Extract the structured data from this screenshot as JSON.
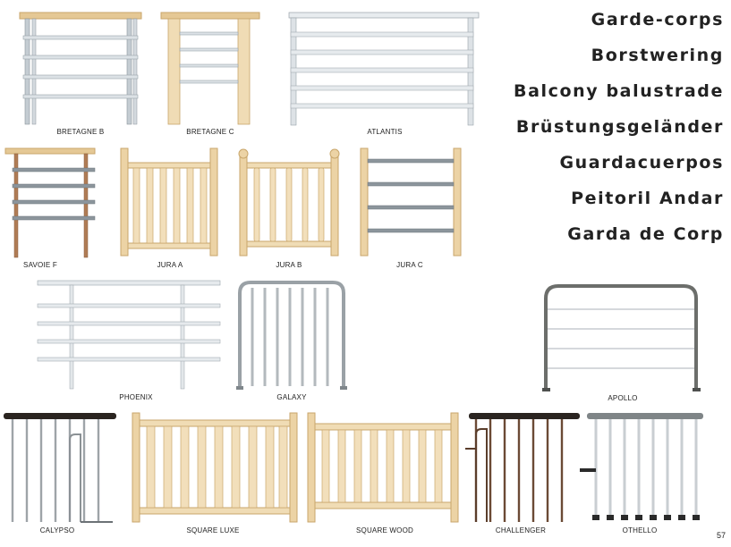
{
  "titles": [
    "Garde-corps",
    "Borstwering",
    "Balcony balustrade",
    "Brüstungsgeländer",
    "Guardacuerpos",
    "Peitoril Andar",
    "Garda de Corp"
  ],
  "products": {
    "bretagne_b": "BRETAGNE B",
    "bretagne_c": "BRETAGNE C",
    "atlantis": "ATLANTIS",
    "savoie_f": "SAVOIE F",
    "jura_a": "JURA A",
    "jura_b": "JURA B",
    "jura_c": "JURA C",
    "phoenix": "PHOENIX",
    "galaxy": "GALAXY",
    "apollo": "APOLLO",
    "calypso": "CALYPSO",
    "square_luxe": "SQUARE LUXE",
    "square_wood": "SQUARE WOOD",
    "challenger": "CHALLENGER",
    "othello": "OTHELLO"
  },
  "page_number": "57",
  "colors": {
    "wood": "#e9cf9f",
    "wood_dark": "#c9a66b",
    "metal": "#c4ccd2",
    "metal_dark": "#8c959c",
    "dark_rail": "#2a2420",
    "brown": "#6b4a35",
    "grey_iron": "#6c6e6b"
  }
}
